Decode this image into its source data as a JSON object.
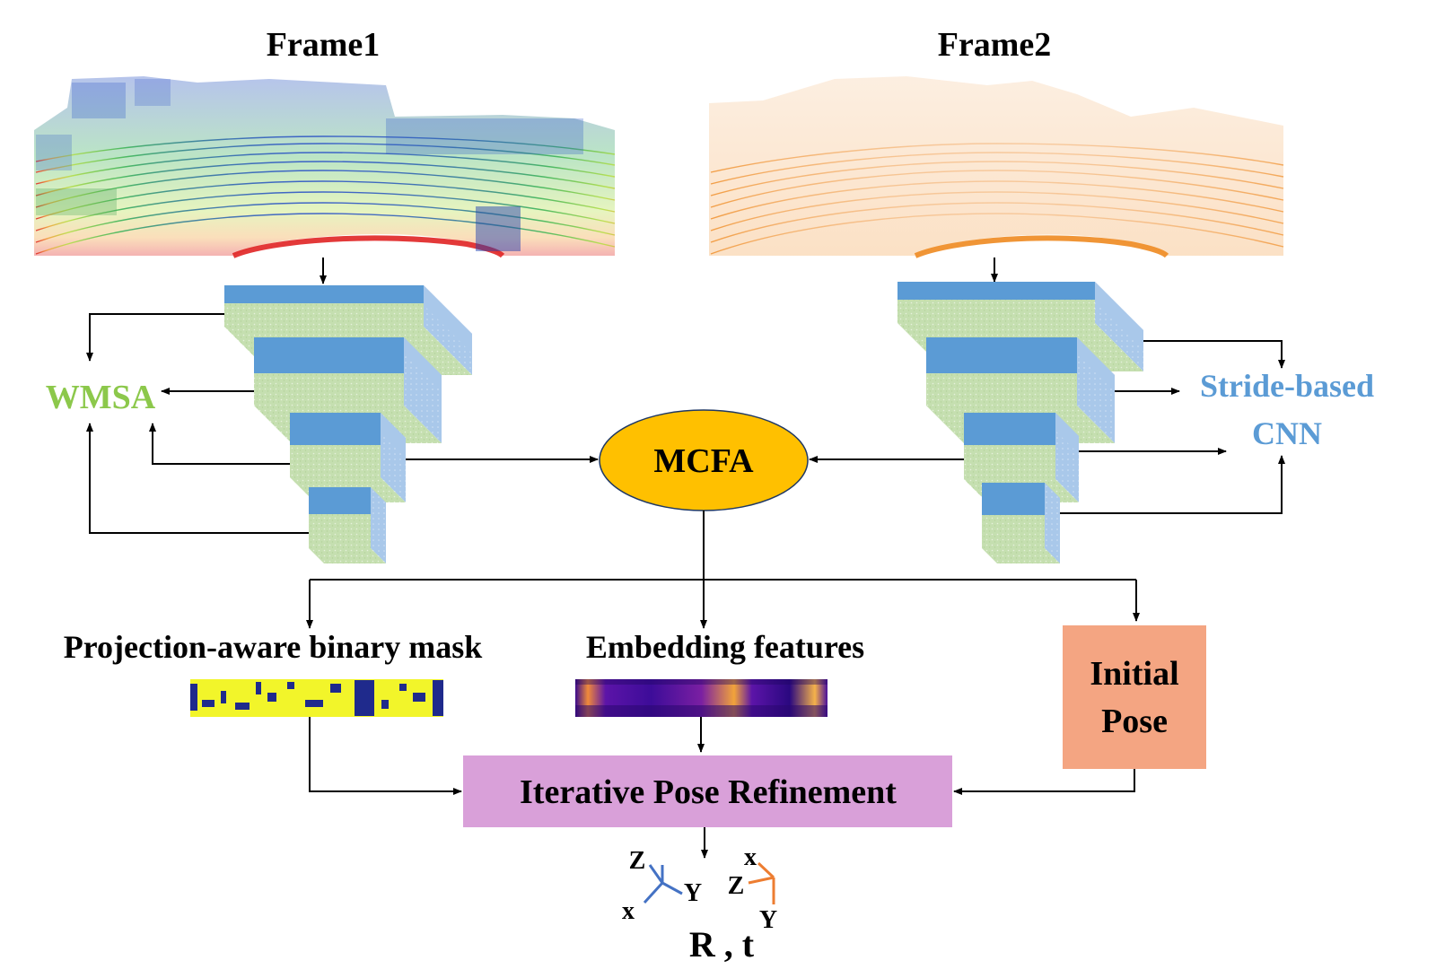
{
  "frames": {
    "frame1_title": "Frame1",
    "frame2_title": "Frame2"
  },
  "branches": {
    "left": "WMSA",
    "right_line1": "Stride-based",
    "right_line2": "CNN"
  },
  "fusion": {
    "label": "MCFA"
  },
  "outputs": {
    "mask_label": "Projection-aware binary mask",
    "embedding_label": "Embedding features",
    "initial_pose_line1": "Initial",
    "initial_pose_line2": "Pose"
  },
  "refinement": {
    "label": "Iterative Pose Refinement"
  },
  "result": {
    "label": "R , t",
    "axes_left": {
      "z": "Z",
      "x": "x",
      "y": "Y"
    },
    "axes_right": {
      "x": "x",
      "z": "Z",
      "y": "Y"
    }
  },
  "colors": {
    "wmsa_text": "#8cc84b",
    "stride_text": "#5b9bd5",
    "mcfa_fill": "#ffc000",
    "refine_fill": "#d9a0d9",
    "initial_pose_fill": "#f4a582",
    "pyramid_top": "#5b9bd5",
    "pyramid_side": "#a9c8ea",
    "pyramid_front": "#c5dfb0",
    "axes_left_color": "#4472c4",
    "axes_right_color": "#ed7d31"
  }
}
